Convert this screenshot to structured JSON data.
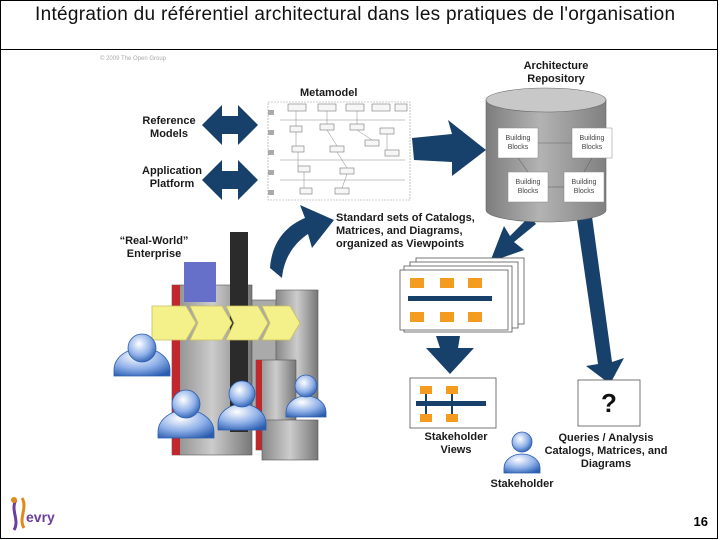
{
  "slide": {
    "title": "Intégration du référentiel architectural dans les pratiques de l'organisation",
    "copyright": "© 2009 The Open Group",
    "page_number": "16"
  },
  "diagram": {
    "metamodel": "Metamodel",
    "architecture_repository": "Architecture Repository",
    "reference_models": "Reference Models",
    "application_platform": "Application Platform",
    "real_world_enterprise": "“Real-World” Enterprise",
    "standard_sets": "Standard sets of Catalogs, Matrices, and Diagrams, organized as Viewpoints",
    "stakeholder_views": "Stakeholder Views",
    "queries": "Queries / Analysis Catalogs, Matrices, and Diagrams",
    "stakeholder": "Stakeholder",
    "question_mark": "?",
    "building_blocks": [
      "Building Blocks",
      "Building Blocks",
      "Building Blocks",
      "Building Blocks"
    ]
  },
  "logo": {
    "text": "evry"
  },
  "colors": {
    "arrow": "#17406b",
    "cylinder": "#9a9a9a",
    "stakeholder": "#3a6fc4",
    "process": "#f4f08a"
  }
}
